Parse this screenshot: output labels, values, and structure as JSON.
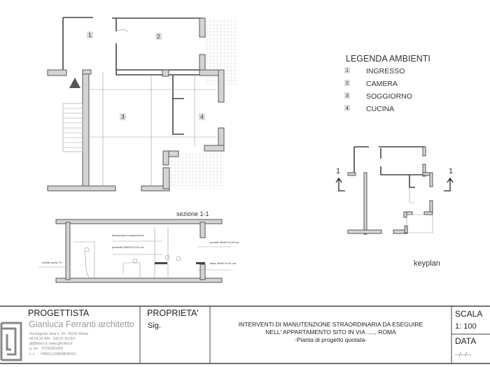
{
  "plan": {
    "room_labels": [
      "1",
      "2",
      "3",
      "4"
    ],
    "section_title": "sezione 1-1",
    "section_notes": [
      "mobile porta TV",
      "tamponata a sospensione",
      "penisola 195x70 h=91 cm",
      "pensile 35x60 h=96 cm",
      "base 30x60 h=91 cm"
    ]
  },
  "legend": {
    "title": "LEGENDA AMBIENTI",
    "items": [
      {
        "num": "1",
        "label": "INGRESSO"
      },
      {
        "num": "2",
        "label": "CAMERA"
      },
      {
        "num": "3",
        "label": "SOGGIORNO"
      },
      {
        "num": "4",
        "label": "CUCINA"
      }
    ]
  },
  "keyplan": {
    "label": "keyplan",
    "section_mark": "1"
  },
  "title_block": {
    "progettista_heading": "PROGETTISTA",
    "architect_name": "Gianluca Ferranti architetto",
    "address": "Via Augusto Vera n. 19 - 00142 Roma",
    "phones": "06.54.32.444 - 339.57.06.051",
    "web": "gf@libero.it; www.gfonline.it",
    "piva_label": "p. iva",
    "piva": "07016281003",
    "cf_label": "c. f.",
    "cf": "FRRGLC6850BH501U",
    "proprieta_heading": "PROPRIETA'",
    "proprieta_value": "Sig.",
    "project_line1": "INTERVENTI DI MANUTENZIONE STRAORDINARIA DA ESEGUIRE",
    "project_line2": "NELL' APPARTAMENTO SITO IN VIA ....., ROMA",
    "project_line3": "-Pianta di progetto quotata-",
    "scala_heading": "SCALA",
    "scala_value": "1: 100",
    "data_heading": "DATA",
    "data_value": "--/--/--"
  }
}
